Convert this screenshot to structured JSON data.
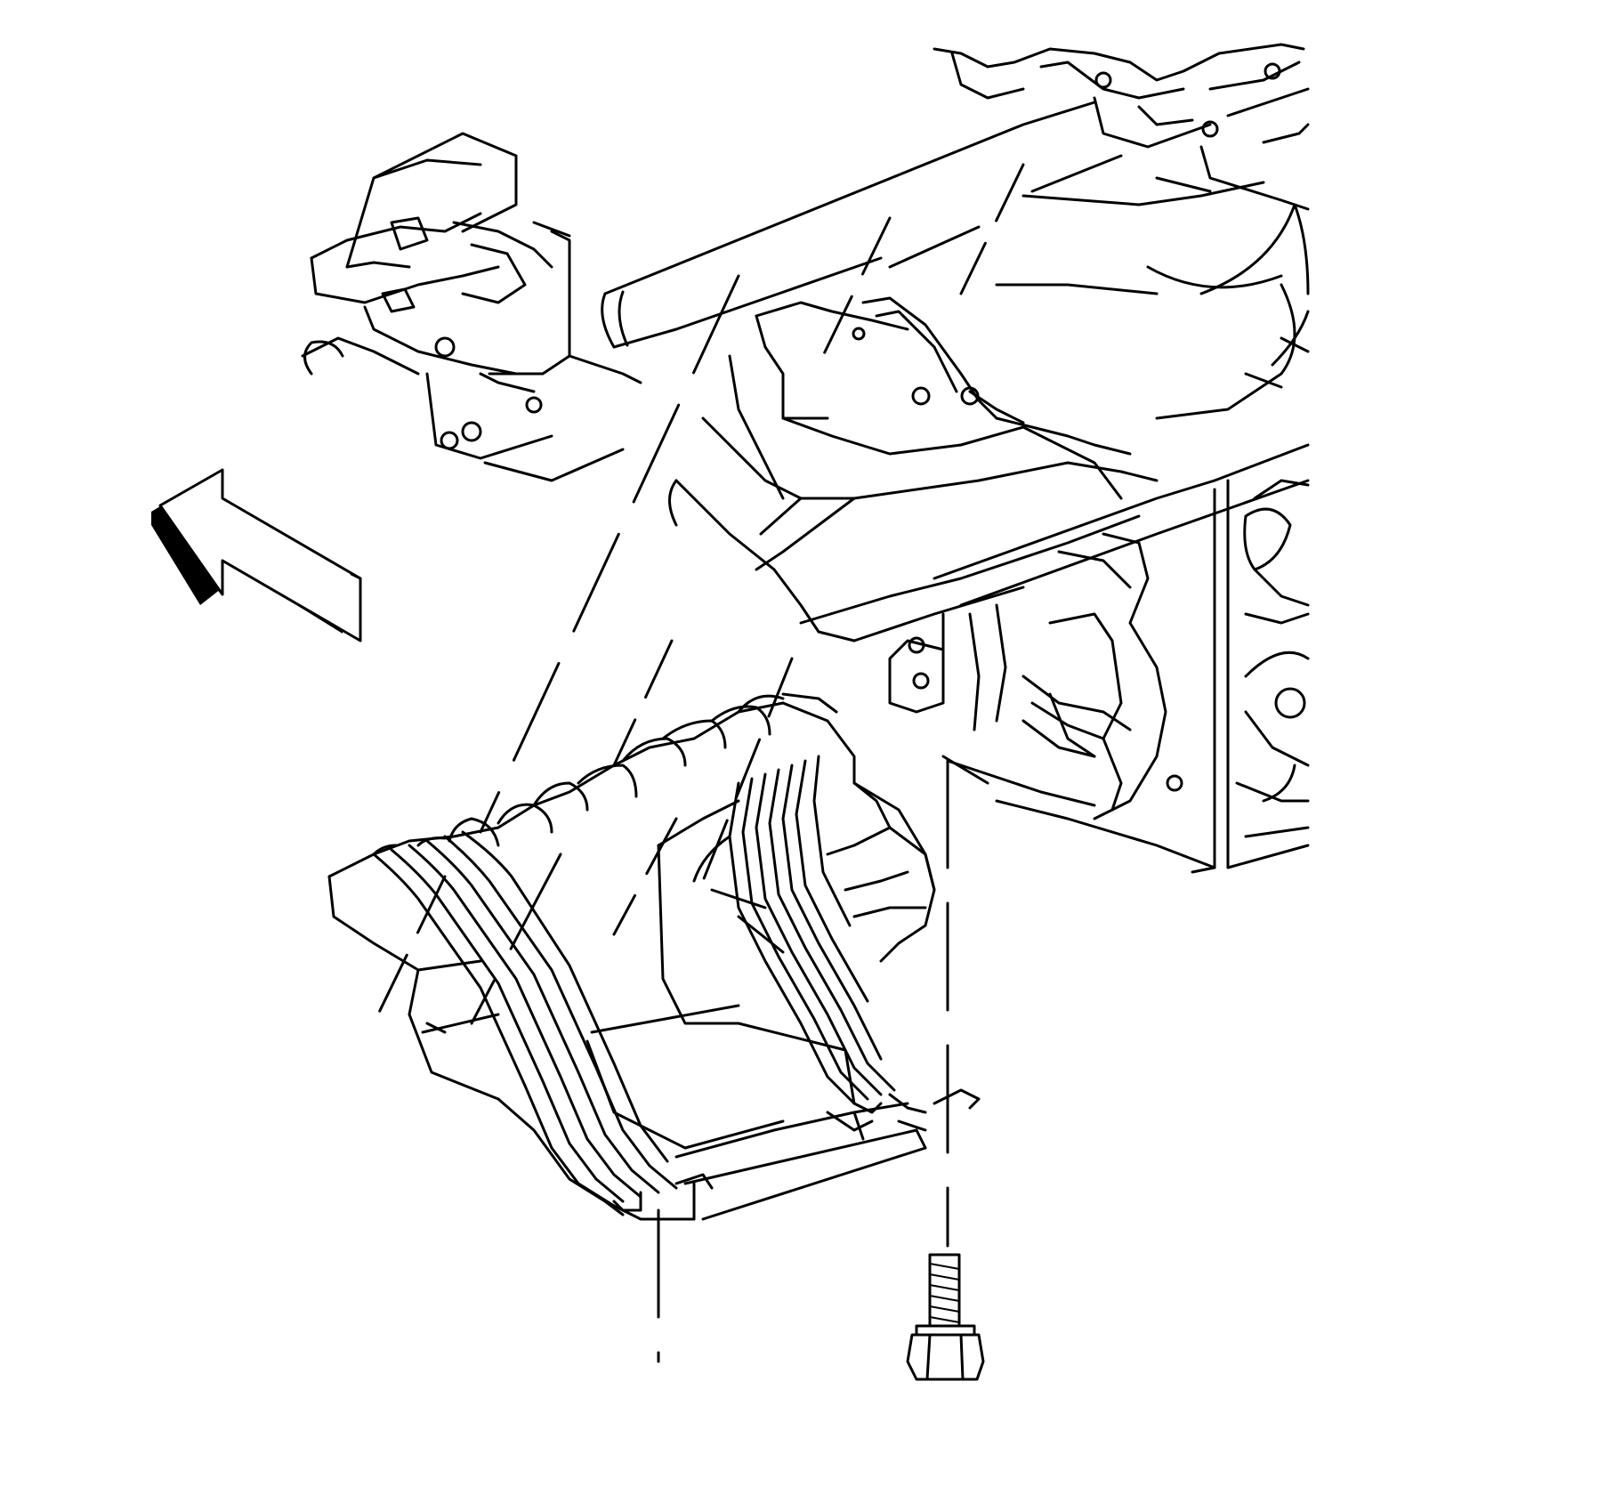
{
  "diagram": {
    "type": "exploded-view line drawing",
    "colors": {
      "ink": "#000000",
      "paper": "#ffffff"
    },
    "parts": [
      {
        "name": "frame-crossmember"
      },
      {
        "name": "front-mount-bracket"
      },
      {
        "name": "frame-rail-right"
      },
      {
        "name": "transmission-support-bracket"
      },
      {
        "name": "skid-plate-shield"
      },
      {
        "name": "hex-flange-bolt"
      },
      {
        "name": "direction-arrow"
      }
    ]
  }
}
